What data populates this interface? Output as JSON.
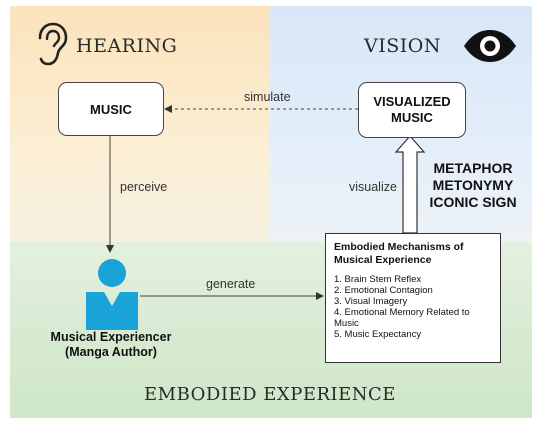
{
  "sections": {
    "hearing_title": "HEARING",
    "vision_title": "VISION",
    "embodied_title": "EMBODIED EXPERIENCE"
  },
  "nodes": {
    "music": "MUSIC",
    "visualized_music_line1": "VISUALIZED",
    "visualized_music_line2": "MUSIC",
    "experiencer_line1": "Musical Experiencer",
    "experiencer_line2": "(Manga Author)"
  },
  "edges": {
    "simulate": "simulate",
    "perceive": "perceive",
    "visualize": "visualize",
    "generate": "generate"
  },
  "figures": {
    "line1": "METAPHOR",
    "line2": "METONYMY",
    "line3": "ICONIC SIGN"
  },
  "mechanisms": {
    "title": "Embodied Mechanisms of Musical Experience",
    "items": [
      "1. Brain Stem Reflex",
      "2. Emotional Contagion",
      "3. Visual Imagery",
      "4. Emotional Memory Related to Music",
      "5. Music Expectancy"
    ]
  },
  "icons": {
    "hearing": "ear-icon",
    "vision": "eye-icon",
    "person": "person-icon"
  },
  "colors": {
    "hearing_bg": "#fbe3bc",
    "vision_bg": "#d8e6f7",
    "embodied_bg": "#d6ead0",
    "person": "#1aa3d9"
  }
}
